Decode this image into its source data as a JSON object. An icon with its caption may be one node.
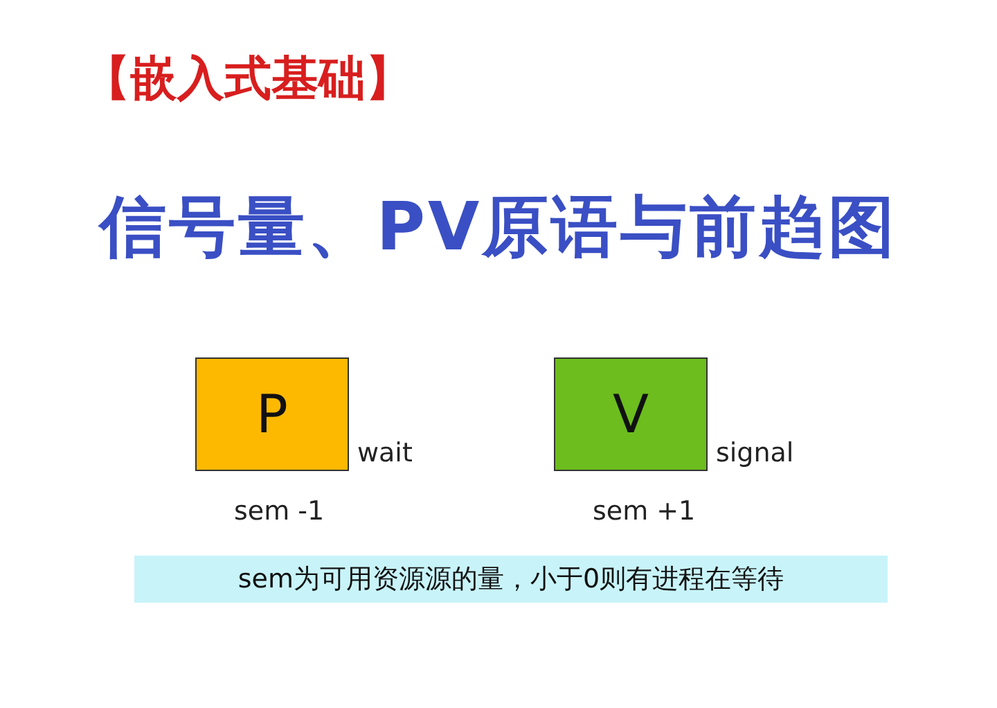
{
  "diagram": {
    "title": "信号量、PV原语与前趋图",
    "nodes": [
      {
        "text": [
          "P"
        ],
        "beside": [
          "wait",
          "sem -1"
        ]
      },
      {
        "text": [
          "V"
        ],
        "beside": [
          "signal",
          "sem +1"
        ]
      },
      {
        "text": [
          "sem为可用资源源的量，小于0则有进程在等待"
        ]
      }
    ],
    "labels": [
      "【嵌入式基础】"
    ]
  }
}
